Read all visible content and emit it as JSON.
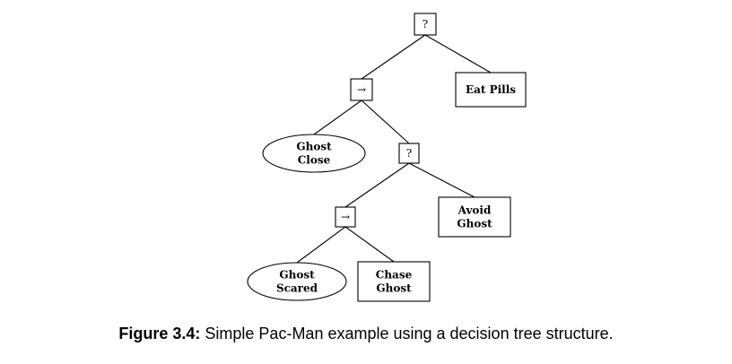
{
  "nodes": [
    {
      "id": "sel-root",
      "kind": "selector",
      "label": "?"
    },
    {
      "id": "seq-1",
      "kind": "sequence",
      "label": "→"
    },
    {
      "id": "eat-pills",
      "kind": "action",
      "lines": [
        "Eat Pills"
      ]
    },
    {
      "id": "ghost-close",
      "kind": "condition",
      "lines": [
        "Ghost",
        "Close"
      ]
    },
    {
      "id": "sel-2",
      "kind": "selector",
      "label": "?"
    },
    {
      "id": "seq-2",
      "kind": "sequence",
      "label": "→"
    },
    {
      "id": "avoid-ghost",
      "kind": "action",
      "lines": [
        "Avoid",
        "Ghost"
      ]
    },
    {
      "id": "ghost-scared",
      "kind": "condition",
      "lines": [
        "Ghost",
        "Scared"
      ]
    },
    {
      "id": "chase-ghost",
      "kind": "action",
      "lines": [
        "Chase",
        "Ghost"
      ]
    }
  ],
  "edges": [
    [
      "sel-root",
      "seq-1"
    ],
    [
      "sel-root",
      "eat-pills"
    ],
    [
      "seq-1",
      "ghost-close"
    ],
    [
      "seq-1",
      "sel-2"
    ],
    [
      "sel-2",
      "seq-2"
    ],
    [
      "sel-2",
      "avoid-ghost"
    ],
    [
      "seq-2",
      "ghost-scared"
    ],
    [
      "seq-2",
      "chase-ghost"
    ]
  ],
  "caption": {
    "label": "Figure 3.4:",
    "text": "Simple Pac-Man example using a decision tree structure."
  }
}
